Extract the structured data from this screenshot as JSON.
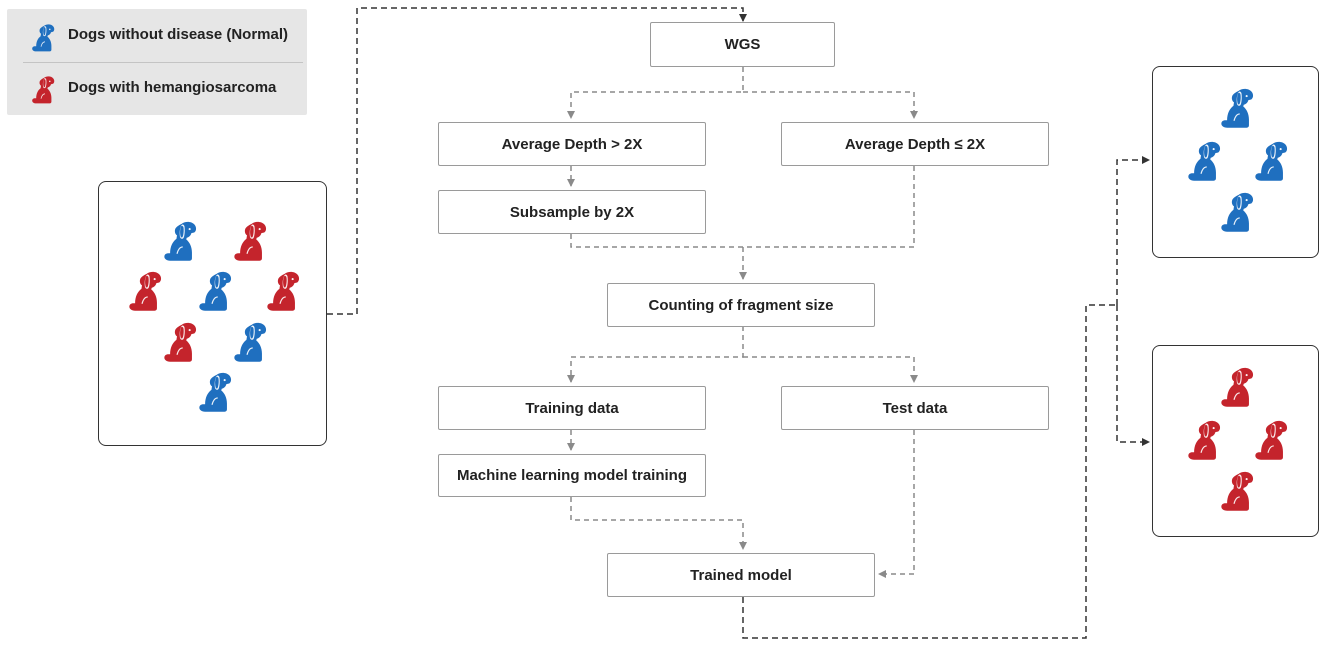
{
  "legend": {
    "normal_label": "Dogs without disease (Normal)",
    "disease_label": "Dogs with hemangiosarcoma"
  },
  "colors": {
    "normal": "#1f6fbf",
    "disease": "#c4242c"
  },
  "flow": {
    "wgs": "WGS",
    "depth_high": "Average Depth  >  2X",
    "depth_low": "Average Depth ≤ 2X",
    "subsample": "Subsample by 2X",
    "counting": "Counting of fragment size",
    "training_data": "Training data",
    "test_data": "Test data",
    "ml_training": "Machine learning model training",
    "trained_model": "Trained model"
  },
  "icons": {
    "dog": "sitting-dog-icon"
  }
}
